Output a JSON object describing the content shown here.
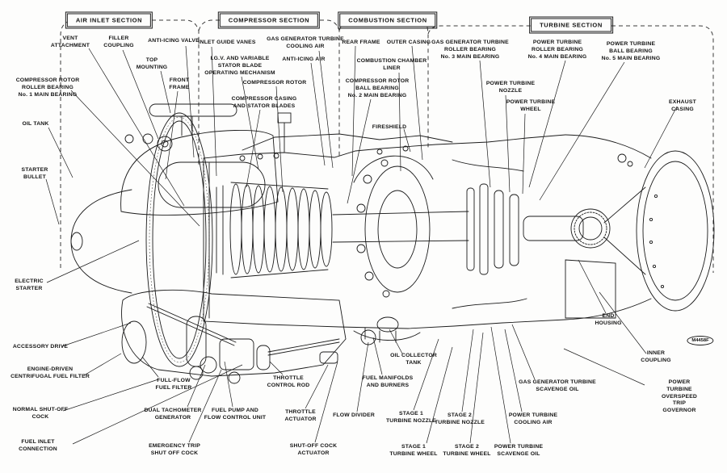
{
  "figure": {
    "badge": "M4458F"
  },
  "sections": [
    {
      "label": "AIR INLET SECTION"
    },
    {
      "label": "COMPRESSOR SECTION"
    },
    {
      "label": "COMBUSTION SECTION"
    },
    {
      "label": "TURBINE SECTION"
    }
  ],
  "labels": [
    {
      "text": "VENT\nATTACHMENT"
    },
    {
      "text": "FILLER\nCOUPLING"
    },
    {
      "text": "ANTI-ICING VALVE"
    },
    {
      "text": "TOP\nMOUNTING"
    },
    {
      "text": "FRONT\nFRAME"
    },
    {
      "text": "COMPRESSOR ROTOR\nROLLER BEARING\nNo. 1 MAIN BEARING"
    },
    {
      "text": "OIL TANK"
    },
    {
      "text": "STARTER\nBULLET"
    },
    {
      "text": "ELECTRIC\nSTARTER"
    },
    {
      "text": "ACCESSORY DRIVE"
    },
    {
      "text": "ENGINE-DRIVEN\nCENTRIFUGAL FUEL FILTER"
    },
    {
      "text": "NORMAL SHUT-OFF\nCOCK"
    },
    {
      "text": "FUEL INLET\nCONNECTION"
    },
    {
      "text": "INLET GUIDE VANES"
    },
    {
      "text": "I.G.V. AND VARIABLE\nSTATOR BLADE\nOPERATING MECHANISM"
    },
    {
      "text": "GAS GENERATOR TURBINE\nCOOLING AIR"
    },
    {
      "text": "ANTI-ICING AIR"
    },
    {
      "text": "COMPRESSOR ROTOR"
    },
    {
      "text": "COMPRESSOR CASING\nAND STATOR BLADES"
    },
    {
      "text": "REAR FRAME"
    },
    {
      "text": "OUTER CASING"
    },
    {
      "text": "COMBUSTION CHAMBER\nLINER"
    },
    {
      "text": "COMPRESSOR ROTOR\nBALL BEARING\nNo. 2 MAIN BEARING"
    },
    {
      "text": "FIRESHIELD"
    },
    {
      "text": "GAS GENERATOR TURBINE\nROLLER BEARING\nNo. 3 MAIN BEARING"
    },
    {
      "text": "POWER TURBINE\nROLLER BEARING\nNo. 4 MAIN BEARING"
    },
    {
      "text": "POWER TURBINE\nBALL BEARING\nNo. 5 MAIN BEARING"
    },
    {
      "text": "POWER TURBINE\nNOZZLE"
    },
    {
      "text": "POWER TURBINE\nWHEEL"
    },
    {
      "text": "EXHAUST CASING"
    },
    {
      "text": "END\nHOUSING"
    },
    {
      "text": "INNER\nCOUPLING"
    },
    {
      "text": "POWER TURBINE OVERSPEED\nTRIP GOVERNOR"
    },
    {
      "text": "GAS GENERATOR TURBINE\nSCAVENGE OIL"
    },
    {
      "text": "POWER TURBINE\nCOOLING AIR"
    },
    {
      "text": "POWER TURBINE\nSCAVENGE OIL"
    },
    {
      "text": "STAGE 2\nTURBINE NOZZLE"
    },
    {
      "text": "STAGE 2\nTURBINE WHEEL"
    },
    {
      "text": "STAGE 1\nTURBINE NOZZLE"
    },
    {
      "text": "STAGE 1\nTURBINE WHEEL"
    },
    {
      "text": "FLOW DIVIDER"
    },
    {
      "text": "OIL COLLECTOR\nTANK"
    },
    {
      "text": "FUEL MANIFOLDS\nAND BURNERS"
    },
    {
      "text": "SHUT-OFF COCK\nACTUATOR"
    },
    {
      "text": "THROTTLE\nACTUATOR"
    },
    {
      "text": "THROTTLE\nCONTROL ROD"
    },
    {
      "text": "FUEL PUMP AND\nFLOW CONTROL UNIT"
    },
    {
      "text": "DUAL TACHOMETER\nGENERATOR"
    },
    {
      "text": "EMERGENCY TRIP\nSHUT OFF COCK"
    },
    {
      "text": "FULL-FLOW\nFUEL FILTER"
    }
  ]
}
